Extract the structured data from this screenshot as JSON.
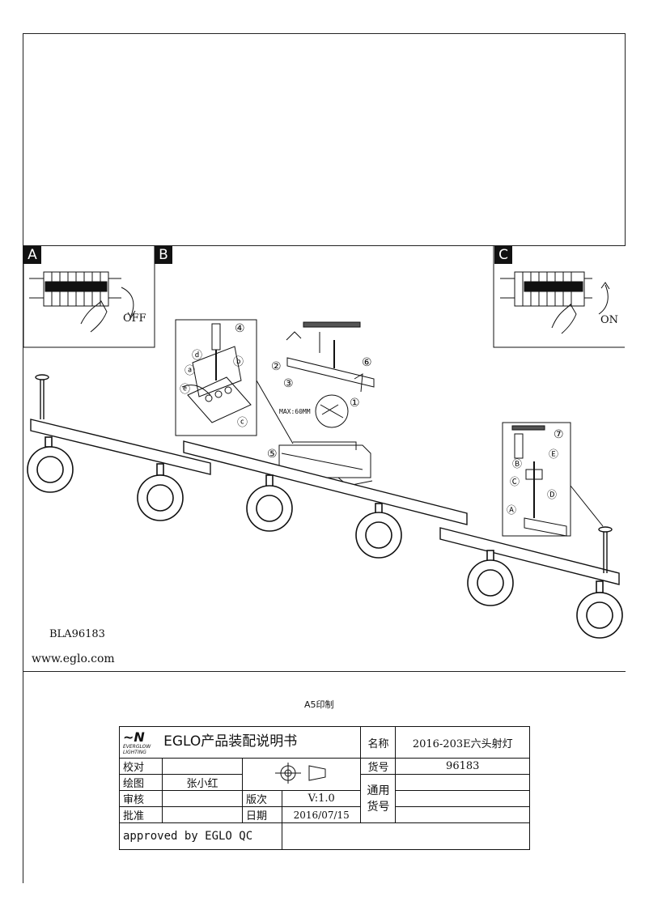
{
  "panels": {
    "A": "A",
    "B": "B",
    "C": "C"
  },
  "switch_labels": {
    "off": "OFF",
    "on": "ON"
  },
  "step_numbers": [
    "④",
    "⑥",
    "②",
    "③",
    "①",
    "⑤",
    "⑦"
  ],
  "sub_labels": {
    "a": "ⓐ",
    "b": "ⓑ",
    "c": "ⓒ",
    "d": "ⓓ",
    "e": "ⓔ",
    "A": "Ⓐ",
    "B": "Ⓑ",
    "C": "Ⓒ",
    "D": "Ⓓ",
    "E": "Ⓔ"
  },
  "max_label": "MAX:60MM",
  "model_code": "BLA96183",
  "website": "www.eglo.com",
  "print_format": "A5印制",
  "spec_table": {
    "logo_text": "EVERGLOW LIGHTING",
    "doc_title": "EGLO产品装配说明书",
    "name_label": "名称",
    "name_value": "2016-203E六头射灯",
    "check_label": "校对",
    "item_no_label": "货号",
    "item_no_value": "96183",
    "draw_label": "绘图",
    "draw_value": "张小红",
    "common_label": "通用货号",
    "review_label": "审核",
    "version_label": "版次",
    "version_value": "V:1.0",
    "approve_label": "批准",
    "date_label": "日期",
    "date_value": "2016/07/15",
    "approved_by": "approved by EGLO QC"
  }
}
